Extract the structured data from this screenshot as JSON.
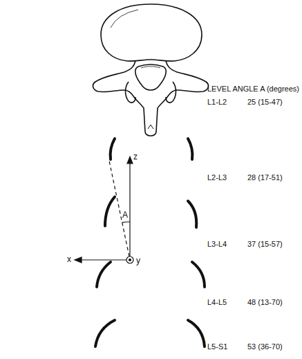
{
  "diagram": {
    "labels": [
      "LEVEL",
      "ANGLE A (degrees)",
      "L1-L2",
      "25 (15-47)",
      "z",
      "L2-L3",
      "28 (17-51)",
      "A",
      "x",
      "y",
      "L3-L4",
      "37 (15-57)",
      "L4-L5",
      "48 (13-70)",
      "L5-S1",
      "53 (36-70)"
    ]
  }
}
